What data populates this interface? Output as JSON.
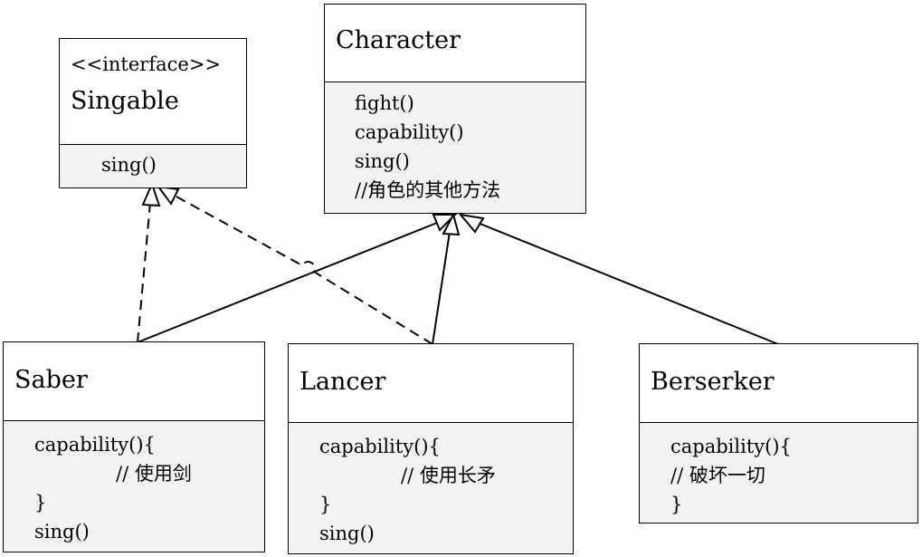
{
  "singable": {
    "stereotype": "<<interface>>",
    "name": "Singable",
    "ops": [
      "sing()"
    ]
  },
  "character": {
    "name": "Character",
    "ops": [
      "fight()",
      "capability()",
      "sing()",
      "//角色的其他方法"
    ]
  },
  "saber": {
    "name": "Saber",
    "lines": [
      "capability(){",
      "// 使用剑",
      "}",
      "sing()"
    ]
  },
  "lancer": {
    "name": "Lancer",
    "lines": [
      "capability(){",
      "// 使用长矛",
      "}",
      "sing()"
    ]
  },
  "berserker": {
    "name": "Berserker",
    "lines": [
      "capability(){",
      "// 破坏一切",
      "}"
    ]
  },
  "colors": {
    "line": "#000000",
    "compartment": "#f2f2f2",
    "box": "#ffffff"
  }
}
